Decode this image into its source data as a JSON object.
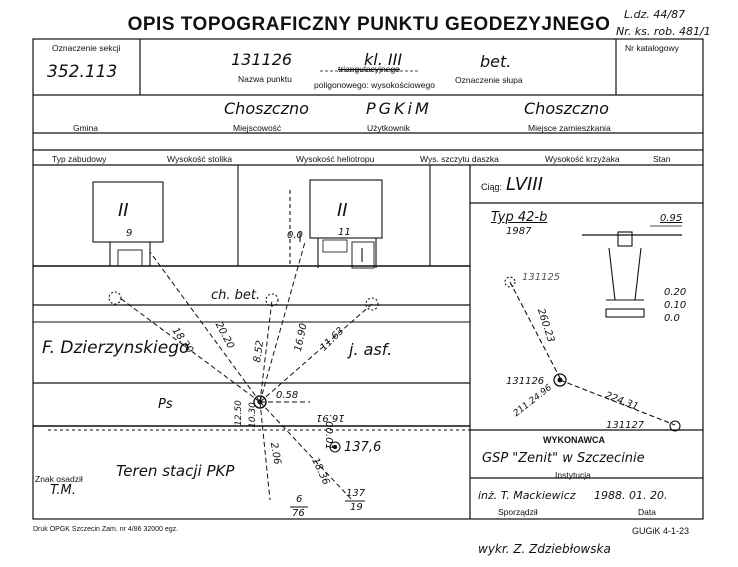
{
  "header": {
    "title": "OPIS TOPOGRAFICZNY PUNKTU GEODEZYJNEGO",
    "ldz": "L.dz. 44/87",
    "nr_ks": "Nr. ks. rob. 481/1"
  },
  "row1": {
    "oznaczenie_sekcji_label": "Oznaczenie sekcji",
    "oznaczenie_sekcji_value": "352.113",
    "nr_punktu": "131126",
    "klasa": "kl. III",
    "material": "bet.",
    "nr_katalogowy_label": "Nr katalogowy",
    "nazwa_punktu_label": "Nazwa punktu",
    "triangulacyjnego_label": "triangulacyjnego",
    "poligonowego_label": "poligonowego: wysokościowego",
    "oznaczenie_slupa_label": "Oznaczenie słupa"
  },
  "row2": {
    "gmina_value": "Choszczno",
    "miejscowosc_value": "PGKiM",
    "uzytkownik_value": "",
    "miejsce_value": "Choszczno",
    "gmina_label": "Gmina",
    "miejscowosc_label": "Miejscowość",
    "uzytkownik_label": "Użytkownik",
    "miejsce_label": "Miejsce zamieszkania"
  },
  "row3": {
    "typ_zabudowy": "Typ zabudowy",
    "wys_stolika": "Wysokość stolika",
    "wys_heliotropu": "Wysokość heliotropu",
    "wys_szczytu": "Wys. szczytu daszka",
    "wys_krzyzaka": "Wysokość krzyżaka",
    "stan": "Stan"
  },
  "sketch": {
    "building_left_label": "II",
    "building_left_num": "9",
    "building_right_label": "II",
    "building_right_num": "11",
    "corner_label": "0.0",
    "road_top": "ch. bet.",
    "street": "F. Dzierzynskiego",
    "road_asf": "j. asf.",
    "ps": "Ps",
    "d_18_30": "18.30",
    "d_20_20": "20.20",
    "d_8_52": "8.52",
    "d_16_90": "16.90",
    "d_11_63": "11.63",
    "d_0_58": "0.58",
    "d_12_50": "12.50",
    "d_10_30": "10.30",
    "d_16_91": "16.91",
    "d_00_01": "00.01",
    "d_2_06": "2.06",
    "d_18_36": "18.36",
    "sym_137_6": "137,6",
    "frac_6": "6",
    "frac_76": "76",
    "frac_137": "137",
    "frac_19": "19",
    "terrain": "Teren stacji PKP",
    "znak_osadzil_label": "Znak osadził",
    "znak_osadzil_value": "T.M."
  },
  "right_panel": {
    "ciag_label": "Ciąg:",
    "ciag_value": "LVIII",
    "typ": "Typ 42-b",
    "year": "1987",
    "depth_095": "0.95",
    "d020": "0.20",
    "d010": "0.10",
    "d00": "0.0",
    "pt_131125": "131125",
    "pt_131126": "131126",
    "pt_131127": "131127",
    "dist_260_23": "260.23",
    "dist_211": "211.24.96",
    "dist_224": "224.31"
  },
  "bottom": {
    "wykonawca_label": "WYKONAWCA",
    "wykonawca_value": "GSP \"Zenit\" w Szczecinie",
    "instytucja_label": "Instytucja",
    "sporzadzil_value": "inż. T. Mackiewicz",
    "date_value": "1988. 01. 20.",
    "sporzadzil_label": "Sporządził",
    "data_label": "Data",
    "print_info": "Druk OPGK Szczecin Zam. nr 4/86 32000 egz.",
    "gugik": "GUGiK 4-1-23",
    "wykr": "wykr. Z. Zdziebłowska"
  }
}
